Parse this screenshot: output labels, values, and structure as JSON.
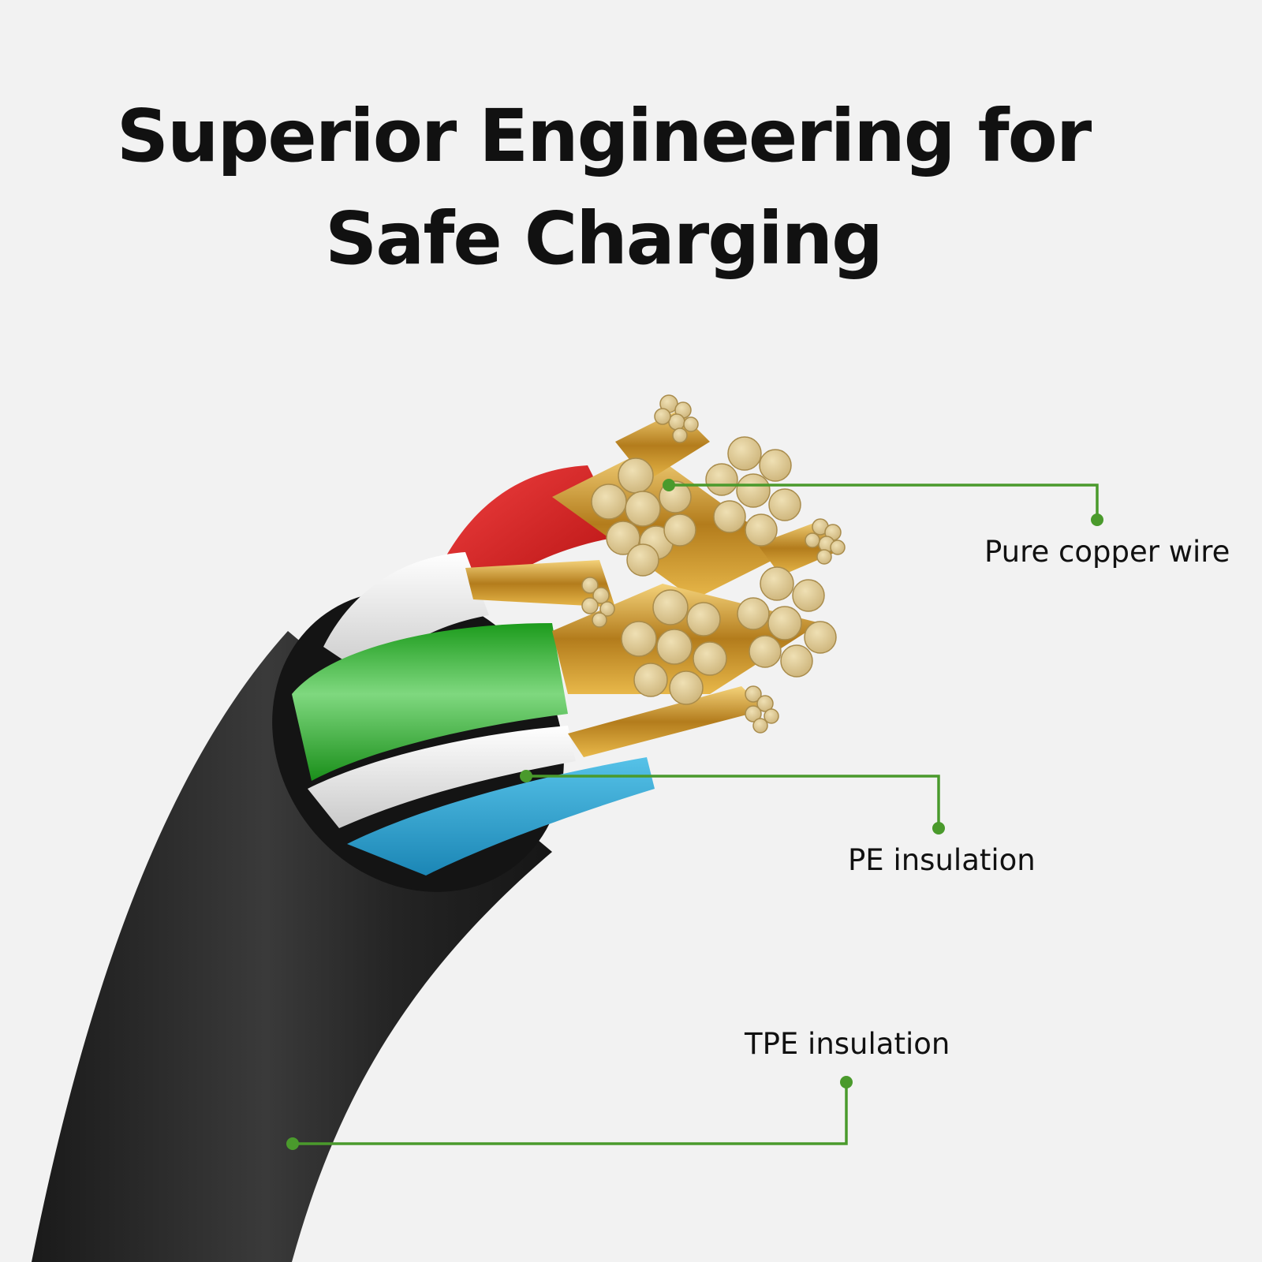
{
  "title": {
    "line1": "Superior Engineering for",
    "line2": "Safe Charging"
  },
  "callouts": [
    {
      "id": "copper",
      "label": "Pure copper wire"
    },
    {
      "id": "pe",
      "label": "PE insulation"
    },
    {
      "id": "tpe",
      "label": "TPE insulation"
    }
  ],
  "colors": {
    "background": "#f2f2f2",
    "leader_line": "#4a9a2c",
    "outer_jacket": "#262626",
    "copper": "#d6a84a",
    "red_insulation": "#d62020",
    "white_insulation": "#e9e9e9",
    "green_insulation": "#2db52d",
    "blue_insulation": "#2a9fd0"
  },
  "icons": [
    "cable-cross-section-illustration"
  ]
}
